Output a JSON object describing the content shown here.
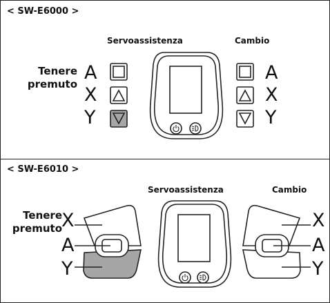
{
  "sections": [
    {
      "title": "< SW-E6000 >",
      "assist_title": "Servoassistenza",
      "shift_title": "Cambio",
      "hold_label": "Tenere\npremuto",
      "left_letters": [
        "A",
        "X",
        "Y"
      ],
      "right_letters": [
        "A",
        "X",
        "Y"
      ]
    },
    {
      "title": "< SW-E6010 >",
      "assist_title": "Servoassistenza",
      "shift_title": "Cambio",
      "hold_label": "Tenere\npremuto",
      "left_letters": [
        "X",
        "A",
        "Y"
      ],
      "right_letters": [
        "X",
        "A",
        "Y"
      ]
    }
  ],
  "display_icons": [
    "power-icon",
    "light-icon"
  ],
  "colors": {
    "highlight": "#a6a6a6",
    "stroke": "#222222"
  }
}
